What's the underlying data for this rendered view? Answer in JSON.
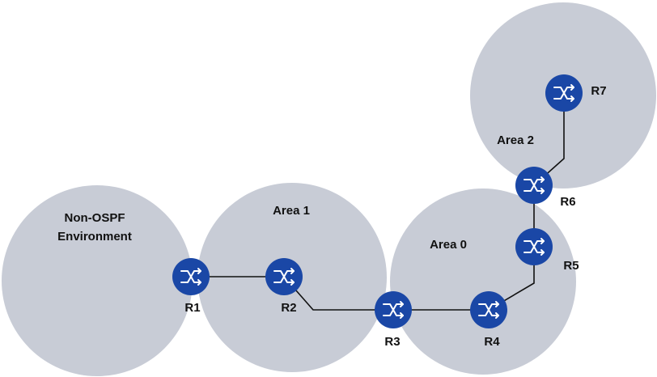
{
  "areas": [
    {
      "id": "non-ospf",
      "label_lines": [
        "Non-OSPF",
        "Environment"
      ]
    },
    {
      "id": "area1",
      "label_lines": [
        "Area 1"
      ]
    },
    {
      "id": "area0",
      "label_lines": [
        "Area 0"
      ]
    },
    {
      "id": "area2",
      "label_lines": [
        "Area 2"
      ]
    }
  ],
  "routers": [
    {
      "id": "r1",
      "label": "R1"
    },
    {
      "id": "r2",
      "label": "R2"
    },
    {
      "id": "r3",
      "label": "R3"
    },
    {
      "id": "r4",
      "label": "R4"
    },
    {
      "id": "r5",
      "label": "R5"
    },
    {
      "id": "r6",
      "label": "R6"
    },
    {
      "id": "r7",
      "label": "R7"
    }
  ],
  "links": [
    {
      "from": "R1",
      "to": "R2"
    },
    {
      "from": "R2",
      "to": "R3"
    },
    {
      "from": "R3",
      "to": "R4"
    },
    {
      "from": "R4",
      "to": "R5"
    },
    {
      "from": "R5",
      "to": "R6"
    },
    {
      "from": "R6",
      "to": "R7"
    }
  ],
  "colors": {
    "area_fill": "#c8ccd6",
    "router_fill": "#1a47a6",
    "link_stroke": "#111111",
    "label_text": "#111111"
  }
}
